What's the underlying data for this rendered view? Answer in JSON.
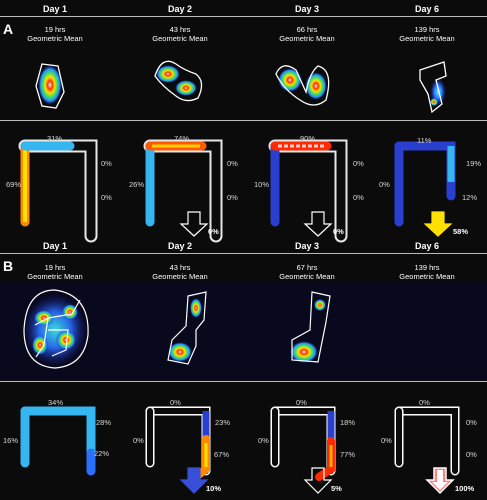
{
  "panelA": {
    "label": "A",
    "days": [
      "Day 1",
      "Day 2",
      "Day 3",
      "Day 6"
    ],
    "hours": [
      "19 hrs",
      "43 hrs",
      "66 hrs",
      "139 hrs"
    ],
    "subtitle": "Geometric Mean",
    "schematics": [
      {
        "ascending": "69%",
        "transverse": "31%",
        "descending": "0%",
        "rectosigmoid": "0%",
        "excreted": null
      },
      {
        "ascending": "26%",
        "transverse": "74%",
        "descending": "0%",
        "rectosigmoid": "0%",
        "excreted": "0%"
      },
      {
        "ascending": "10%",
        "transverse": "90%",
        "descending": "0%",
        "rectosigmoid": "0%",
        "excreted": "0%"
      },
      {
        "ascending": "0%",
        "transverse": "11%",
        "descending": "19%",
        "rectosigmoid": "12%",
        "excreted": "58%"
      }
    ]
  },
  "panelB": {
    "label": "B",
    "days": [
      "Day 1",
      "Day 2",
      "Day 3",
      "Day 6"
    ],
    "hours": [
      "19 hrs",
      "43 hrs",
      "67 hrs",
      "139 hrs"
    ],
    "subtitle": "Geometric Mean",
    "schematics": [
      {
        "ascending": "16%",
        "transverse": "34%",
        "descending": "28%",
        "rectosigmoid": "22%",
        "excreted": null
      },
      {
        "ascending": "0%",
        "transverse": "0%",
        "descending": "23%",
        "rectosigmoid": "67%",
        "excreted": "10%"
      },
      {
        "ascending": "0%",
        "transverse": "0%",
        "descending": "18%",
        "rectosigmoid": "77%",
        "excreted": "5%"
      },
      {
        "ascending": "0%",
        "transverse": "0%",
        "descending": "0%",
        "rectosigmoid": "0%",
        "excreted": "100%"
      }
    ]
  },
  "colors": {
    "background": "#0b0b0b",
    "low": "#2a3fd0",
    "mid": "#36b6f0",
    "high": "#ffe000",
    "peak": "#ff2a00",
    "outline": "#ffffff"
  }
}
